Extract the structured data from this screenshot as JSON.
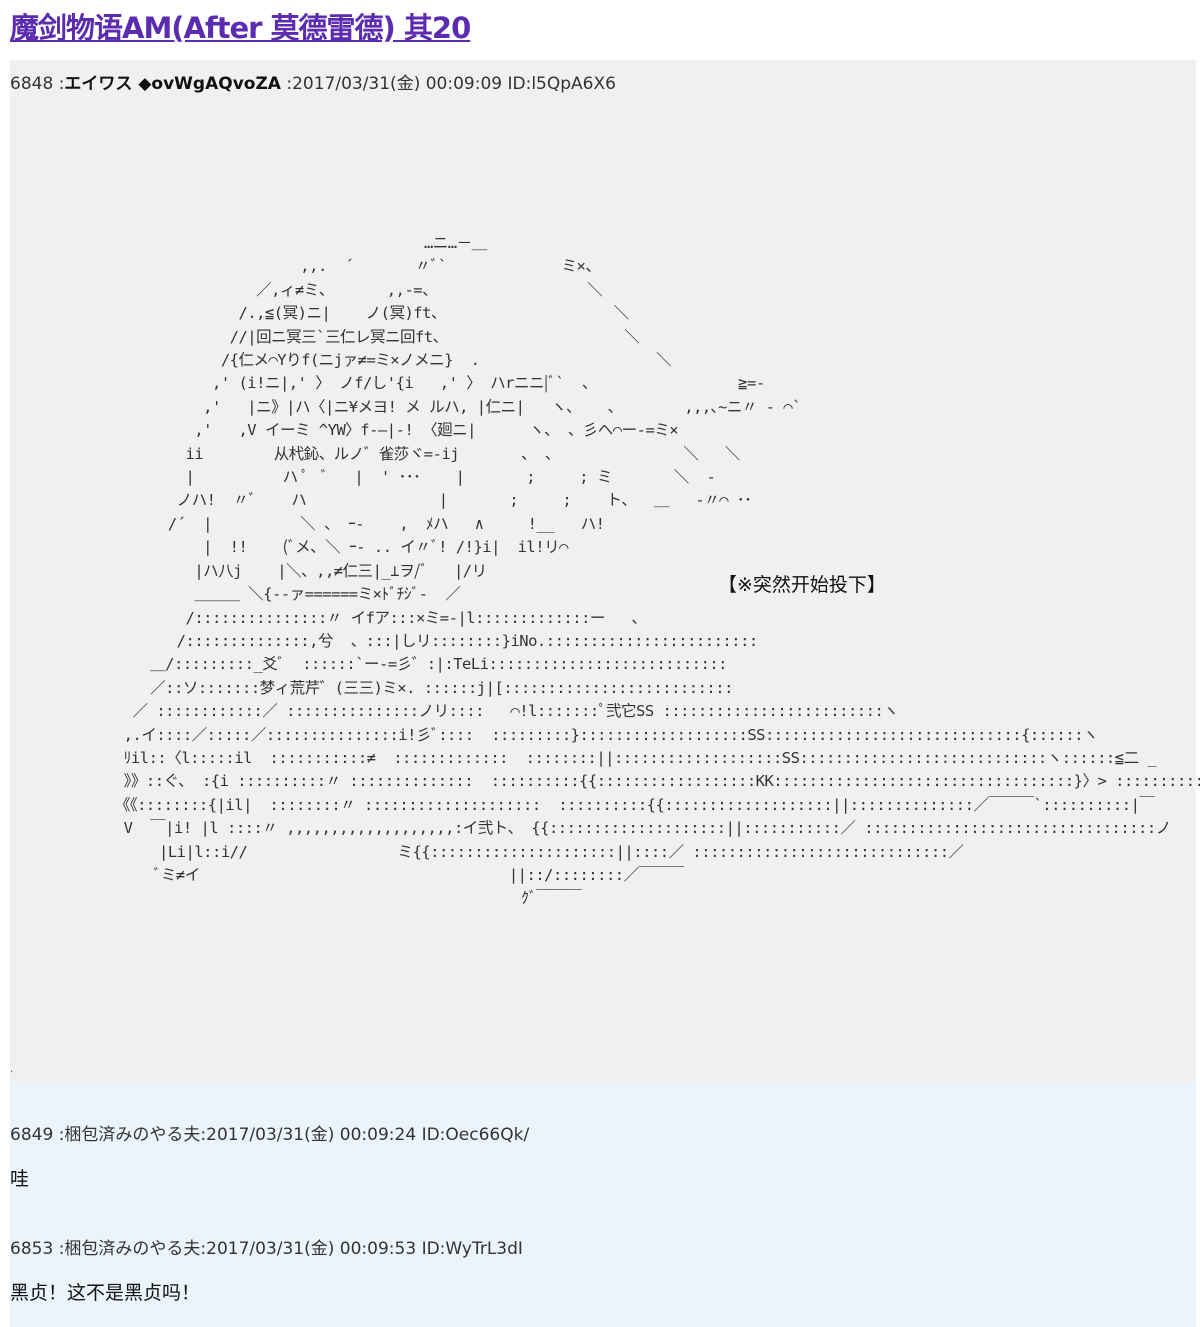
{
  "thread": {
    "title": "魔剑物语AM(After 莫德雷德) 其20"
  },
  "posts": [
    {
      "number": "6848",
      "colon": " :",
      "name": "エイワス ◆ovWgAQvoZA",
      "date_sep": " :",
      "datetime": "2017/03/31(金) 00:09:09",
      "id": "ID:l5QpA6X6",
      "aa_art": "                                    …ニ…－＿\n                      ,,.  ´       〃ﾞ`             ミ×、\n                 ／,ィ≠ミ、      ,,-=、                 ＼\n               /.,≦(冥)ニ|    ノ(冥)ft、                   ＼\n              //|回ニ冥三`三仁レ冥ニ回ft、                    ＼\n             /{仁メ⌒Yりf(ニjァ≠=ミ×ノメニ}  .                    ＼\n            ,' (i!ニ|,' 〉 ノf/し'{i   ,' 〉 ハrニニ|ﾞ`  、                ≧=-\n           ,'   |ニ》|ハ〈|ニ¥メヨ! メ ルハ, |仁ニ|   ヽ、   、       ,,,､~ニ〃 - ⌒` \n          ,'   ,V イーミ ^YW〉f-―|-! 〈廻ニ|      ヽ、 、彡ヘ⌒ー-=ミ×\n         ii        从杙鈊、ルノ゛雀莎ヾ=-ij       、 、              ＼   ＼\n         |          ハ ﾟ  ﾞ   |  ' ･･･    |       ;     ; ミ       ＼  -\n        ノハ!  〃ﾞ    ハ               |       ;     ;    ト、  ＿   -〃⌒ ･･\n       /´  |          ＼ 、 ｰ-    ,  ﾒハ   ∧     !__   ハ!\n           |  !!    (ﾞメ、＼ ｰ- .. イ〃ﾞ! /!}i|  il!リ⌒\n          |ハ八j    |＼、,,≠仁三|_⊥ヲ/ﾞ   |/リ\n          ＿＿＿ ＼{-‐ァ======ミ×ﾄﾞﾁｼﾞ-  ／\n         /:::::::::::::::〃 イfア:::×ミ=-|l:::::::::::::ー   、\n        /::::::::::::::,兮  、:::|しリ::::::::}iNo.::::::::::::::::::::::::\n     ＿/:::::::::_爻ﾞ  ::::::`ー-=彡゛:|:TeLi:::::::::::::::::::::::::::\n     ／::ソ:::::::梦ィ荒芹゛(三三)ミ×. ::::::j|[::::::::::::::::::::::::::\n   ／ ::::::::::::／ :::::::::::::::ノリ::::   ⌒!l:::::::ﾟ弐它SS :::::::::::::::::::::::::ヽ\n  ,.イ::::／:::::／:::::::::::::::i!彡ﾞ::::  :::::::::}:::::::::::::::::::SS:::::::::::::::::::::::::::::{::::::ヽ\n  ﾘil::〈l:::::il  :::::::::::≠  :::::::::::::  ::::::::||:::::::::::::::::::SS::::::::::::::::::::::::::::ヽ::::::≦二 _\n  》》::ぐ、 :{i ::::::::::〃 ::::::::::::::  ::::::::::{{::::::::::::::::::KK::::::::::::::::::::::::::::::::::}〉> :::::::::::{⌒\n 《《::::::::{|il|  ::::::::〃 ::::::::::::::::::::  ::::::::::{{:::::::::::::::::::||::::::::::::::／￣￣￣`::::::::::|￣\n  V  ￣|i! |l ::::〃 ,,,,,,,,,,,,,,,,,,,:イ弐ト、 {{::::::::::::::::::::||:::::::::::／ :::::::::::::::::::::::::::::::::ノ\n      |Li|l::i//                 ミ{{:::::::::::::::::::::||::::／ :::::::::::::::::::::::::::::／\n      ﾞミ≠イ                                   ||::/::::::::／￣￣￣\n                                               ｸﾞ￣￣￣",
      "aa_caption": "【※突然开始投下】"
    },
    {
      "number": "6849",
      "colon": " :",
      "name": "梱包済みのやる夫",
      "date_sep": ":",
      "datetime": "2017/03/31(金) 00:09:24",
      "id": "ID:Oec66Qk/",
      "body": "哇"
    },
    {
      "number": "6853",
      "colon": " :",
      "name": "梱包済みのやる夫",
      "date_sep": ":",
      "datetime": "2017/03/31(金) 00:09:53",
      "id": "ID:WyTrL3dI",
      "body": "黑贞！这不是黑贞吗！"
    }
  ],
  "colors": {
    "title_link": "#5b2bb0",
    "post_bg_gray": "#f0f0f0",
    "post_bg_blue": "#eaf4fa"
  }
}
